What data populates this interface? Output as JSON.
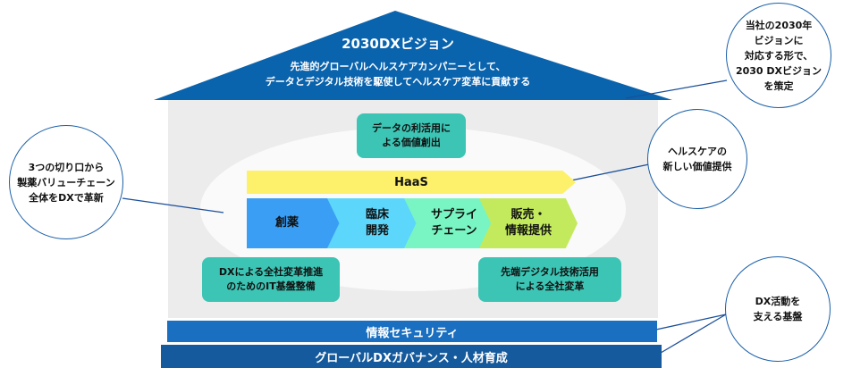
{
  "roof": {
    "title": "2030DXビジョン",
    "line1": "先進的グローバルヘルスケアカンパニーとして、",
    "line2": "データとデジタル技術を駆使してヘルスケア変革に貢献する"
  },
  "data_box": {
    "line1": "データの利活用に",
    "line2": "よる価値創出"
  },
  "haas": "HaaS",
  "chain": [
    {
      "l1": "創薬",
      "l2": ""
    },
    {
      "l1": "臨床",
      "l2": "開発"
    },
    {
      "l1": "サプライ",
      "l2": "チェーン"
    },
    {
      "l1": "販売・",
      "l2": "情報提供"
    }
  ],
  "bottom_left": {
    "line1": "DXによる全社変革推進",
    "line2": "のためのIT基盤整備"
  },
  "bottom_right": {
    "line1": "先端デジタル技術活用",
    "line2": "による全社変革"
  },
  "security": "情報セキュリティ",
  "governance": "グローバルDXガバナンス・人材育成",
  "callouts": {
    "vision": {
      "l1": "当社の2030年",
      "l2": "ビジョンに",
      "l3": "対応する形で、",
      "l4": "2030 DXビジョン",
      "l5": "を策定"
    },
    "value_chain": {
      "l1": "3つの切り口から",
      "l2": "製薬バリューチェーン",
      "l3": "全体をDXで革新"
    },
    "healthcare": {
      "l1": "ヘルスケアの",
      "l2": "新しい価値提供"
    },
    "foundation": {
      "l1": "DX活動を",
      "l2": "支える基盤"
    }
  },
  "colors": {
    "roof": "#0a63ad",
    "teal": "#3cc4b4",
    "haas": "#fdf06a",
    "security": "#1a6fc0",
    "governance": "#155a9c"
  }
}
